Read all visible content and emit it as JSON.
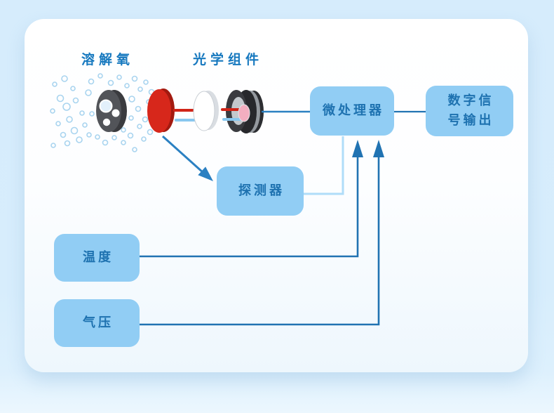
{
  "labels": {
    "dissolved_oxygen": "溶解氧",
    "optical_assembly": "光学组件"
  },
  "nodes": {
    "microprocessor": "微处理器",
    "digital_output_line1": "数字信",
    "digital_output_line2": "号输出",
    "digital_output_full": "数字信号输出",
    "detector": "探测器",
    "temperature": "温度",
    "pressure": "气压"
  },
  "colors": {
    "page_background": "#d7edfc",
    "card_background": "#ffffff",
    "node_fill": "#91cdf4",
    "node_text": "#1e72b0",
    "title_text": "#1779bf",
    "line_dark": "#2173b2",
    "line_medium": "#2b80c2",
    "line_light": "#b0ddf9",
    "membrane_red": "#d7271b",
    "beam_red": "#d02418",
    "beam_blue": "#88c7ef",
    "cap_dark": "#4b4d52",
    "bubble_stroke": "#a9d4ef"
  },
  "diagram": {
    "type": "flowchart",
    "edges": [
      {
        "from": "optical-assembly",
        "to": "microprocessor",
        "style": "plain-medium"
      },
      {
        "from": "microprocessor",
        "to": "digital-output",
        "style": "plain-dark"
      },
      {
        "from": "sensor-membrane",
        "to": "detector",
        "style": "arrow-diagonal"
      },
      {
        "from": "detector",
        "to": "microprocessor",
        "style": "plain-light"
      },
      {
        "from": "temperature",
        "to": "microprocessor",
        "style": "arrow-up"
      },
      {
        "from": "pressure",
        "to": "microprocessor",
        "style": "arrow-up"
      }
    ]
  }
}
